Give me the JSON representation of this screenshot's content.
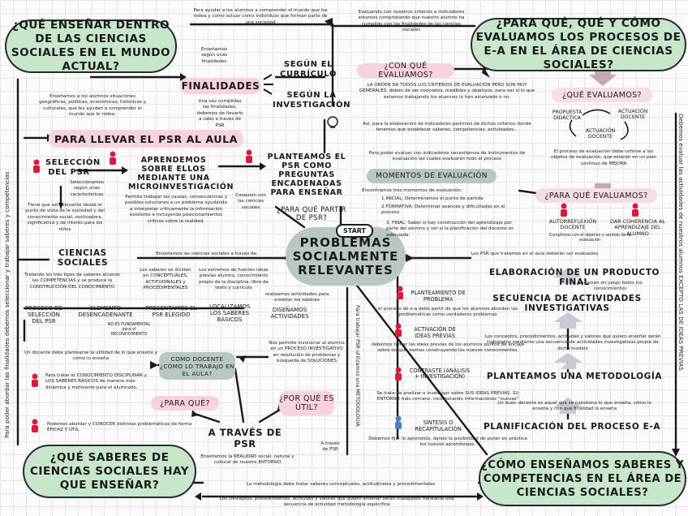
{
  "titles": {
    "tl": "¿QUÉ ENSEÑAR DENTRO DE LAS CIENCIAS SOCIALES EN EL MUNDO ACTUAL?",
    "tr": "¿PARA QUÉ, QUÉ Y CÓMO EVALUAMOS LOS PROCESOS DE E-A EN EL ÁREA DE CIENCIAS SOCIALES?",
    "bl": "¿QUÉ SABERES DE CIENCIAS SOCIALES HAY QUE ENSEÑAR?",
    "br": "¿CÓMO ENSEÑAMOS SABERES Y COMPETENCIAS EN EL ÁREA DE CIENCIAS SOCIALES?"
  },
  "center": {
    "start": "START",
    "main": "PROBLEMAS SOCIALMENTE RELEVANTES"
  },
  "finalidades": {
    "label": "FINALIDADES",
    "curriculo": "SEGÚN EL CURRÍCULO",
    "investigacion": "SEGÚN LA INVESTIGACIÓN",
    "top_text": "Para ayudar a los alumnos a comprender el mundo que los rodea y como actuar como individuos que forman parte de una sociedad",
    "small_note": "Enseñamos según unas finalidades",
    "left_text": "Enseñamos a los alumnos situaciones geográficas, políticas, económicas, históricas y culturales, que les ayudan a comprender el mundo que le rodea.",
    "right_text": "Una vez cumplidas las finalidades, debemos de llevarlo a cabo a través de PSR"
  },
  "aula": {
    "label": "PARA LLEVAR EL PSR AL AULA",
    "seleccion": "SELECCIÓN DEL PSR",
    "seleccion_note": "Seleccionamos según unas características",
    "aprendemos": "APRENDEMOS SOBRE ELLOS MEDIANTE UNA MICROINVESTIGACIÓN",
    "planteamos": "PLANTEAMOS EL PSR COMO PREGUNTAS ENCADENADAS PARA ENSEÑAR",
    "valor_text": "Tiene que ser relevante desde el punto de vista de la sociedad y del conocimiento social, motivadora, significativa y de interés para los niños",
    "permite_text": "Permite trabajar las causas, consecuencias y posibles soluciones a un problema ayudando a interpretar críticamente la información existente e incluyendo posicionamientos críticos sobre la realidad.",
    "conexion": "Conexión con las ciencias sociales",
    "para_que_partir": "¿PARA QUÉ PARTIR DE PSR?"
  },
  "ciencias": {
    "label": "CIENCIAS SOCIALES",
    "tratando": "Tratando los tres tipos de saberes alcanzo las COMPETENCIAS y se produce la CONSTRUCCIÓN DEL CONOCIMIENTO",
    "ensenamos": "Enseñamos las ciencias sociales a través de:",
    "saberes": "Los saberes se dividen en CONCEPTUALES, ACTITUDINALES y PROCEDIMENTALES",
    "extremos": "Los extremos de fuentes ideas previas alumno, conocimiento propio de la disciplina, libro de texto y currículo",
    "realizamos": "realizamos actividades para enseñar los saberes",
    "proceso": "PROCESO DE SELECCIÓN DEL PSR",
    "elemento": "ELEMENTO DESENCADENANTE",
    "no_es": "NO ES FUNDAMENTAL para el RECONOCIMIENTO",
    "presentamos": "PRESENTAMOS EL PSR ELEGIDO",
    "localizamos": "LOCALIZAMOS LOS SABERES BÁSICOS",
    "disenamos": "DISEÑAMOS ACTIVIDADES"
  },
  "bottom_left": {
    "docente_text": "Un docente debe plantearse la utilidad de lo que enseña y cómo lo enseña",
    "como_docente": "COMO DOCENTE ¿CÓMO LO TRABAJO EN EL AULA?",
    "para_tratar": "Para tratar el CONOCIMIENTO DISCIPLINAR y LOS SABERES BÁSICOS de manera más dinámica y motivante para el alumnado.",
    "para_que": "¿PARA QUÉ?",
    "podemos": "Podemos abordar y CONOCER distintas problemáticas de forma EFICAZ Y ÚTIL.",
    "por_que": "¿POR QUÉ ES ÚTIL?",
    "nos_permite": "Nos permite involucrar al alumno en un PROCESO INVESTIGATIVO en resolución de problemas y búsqueda de SOLUCIONES",
    "traves": "A TRAVÉS DE PSR",
    "a_traves_small": "A través de PSR",
    "realidad": "Enseñamos la REALIDAD social, natural y cultural de nuestro ENTORNO",
    "metodologia": "La metodología debe tratar saberes conceptuales, actitudinales y procedimentales",
    "bottom": "Los conceptos, procedimientos, actitudes y valores que quiero enseñar serán trabajados mediante una secuencia de actividad metodología específica"
  },
  "evaluacion": {
    "top_text": "Evaluando con nuestros criterios e indicadores estamos comprobando que nuestro alumno ha cumplido con las finalidades de las ciencias sociales",
    "con_que": "¿CON QUÉ EVALUAMOS?",
    "orden": "LA ORDEN DA TODOS LOS CRITERIOS DE EVALUACIÓN PERO SON MUY GENERALES. deben de ser concretos, medibles y objetivos, para ver si lo que estamos trabajando los alumnos lo han alcanzado o no.",
    "asi": "Así, para la elaboración de indicadores partimos de dichos criterios donde tenemos que establecer saberes, competencias, actividades...",
    "para_poder": "Para poder evaluar con indicadores necesitamos de instrumentos de evaluación las cuales evaluarán todo el proceso",
    "momentos": "MOMENTOS DE EVALUACIÓN",
    "encontramos": "Encontramos tres momentos de evaluación:",
    "m1": "1.INICIAL: Determinamos el punto de partida",
    "m2": "2.FORMATIVA: Determinar avances y dificultades en el proceso",
    "m3": "3. FINAL: Saber si hay construcción del aprendizaje por parte del alumno y ver si la planificación del docente es adecuada.",
    "que_evaluamos": "¿QUÉ EVALUAMOS?",
    "propuesta": "PROPUESTA DIDÁCTICA",
    "act_docente": "ACTUACIÓN DOCENTE",
    "act_docente2": "ACTUACIÓN DOCENTE",
    "proceso_eval": "El proceso de evaluación debe ceñirse a los objetos de evaluación, que estarán en un plan continuo de MEJORA",
    "para_que_eval": "¿PARA QUÉ EVALUAMOS?",
    "autor": "AUTORREFLEXIÓN DOCENTE",
    "cumplimos": "Cumplimos con el objetivo y sentido de la evaluación",
    "dar": "DAR COHERENCIA AL APRENDIZAJE DEL ALUMNO",
    "psr_note": "Los PSR que tratamos en el aula deberán ser evaluados"
  },
  "secuencia": {
    "elaboracion": "ELABORACIÓN DE UN PRODUCTO FINAL",
    "ponen": "Se ponen en juego todos los conocimientos",
    "secuencia": "SECUENCIA DE ACTIVIDADES INVESTIGATIVAS",
    "los_conceptos": "Los conceptos, procedimientos, actitudes y valores que quiero enseñar serán trabajados mediante una secuencia de actividades investigativas propia de dicho modelo",
    "planteamos": "PLANTEAMOS UNA METODOLOGÍA",
    "buen": "Un buen docente es aquel que se cuestiona lo que enseña, cómo lo enseña y con qué finalidad lo enseña",
    "planificacion": "PLANIFICACIÓN DEL PROCESO E-A",
    "p1": "PLANTEAMIENTO DE PROBLEMA",
    "p1_text": "el proceso de e-a debe partir de que los alumnos aborden las problemáticas como verdaderos problemas",
    "p2": "ACTIVACIÓN DE IDEAS PREVIAS",
    "p2_text": "debemos tomar las ideas previas de los alumnos puntos de anclaje sobre los que iremos construyendo los nuevos conocimientos.",
    "p3": "CONTRASTE (ANÁLISIS + INVESTIGACIÓN)",
    "p3_text": "Se trata de analizar e investigar sobre SUS IDEAS PREVIAS, SU ENTORNO más cercano, incorporando informaciones \"nuevas\"",
    "p4": "SÍNTESIS O RECAPITULACIÓN",
    "p4_text": "Debemos fijar lo aprendido, dando la posibilidad de poner en práctica los nuevos aprendizajes."
  },
  "verticals": {
    "left": "Para poder abordar las finalidades debemos seleccionar y trabajar saberes y competencias",
    "right": "Debemos evaluar las actividades de nuestros alumnos EXCEPTO LAS DE IDEAS PREVIAS",
    "mid": "Para trabajar PSR utilizamos una METODOLOGÍA"
  }
}
